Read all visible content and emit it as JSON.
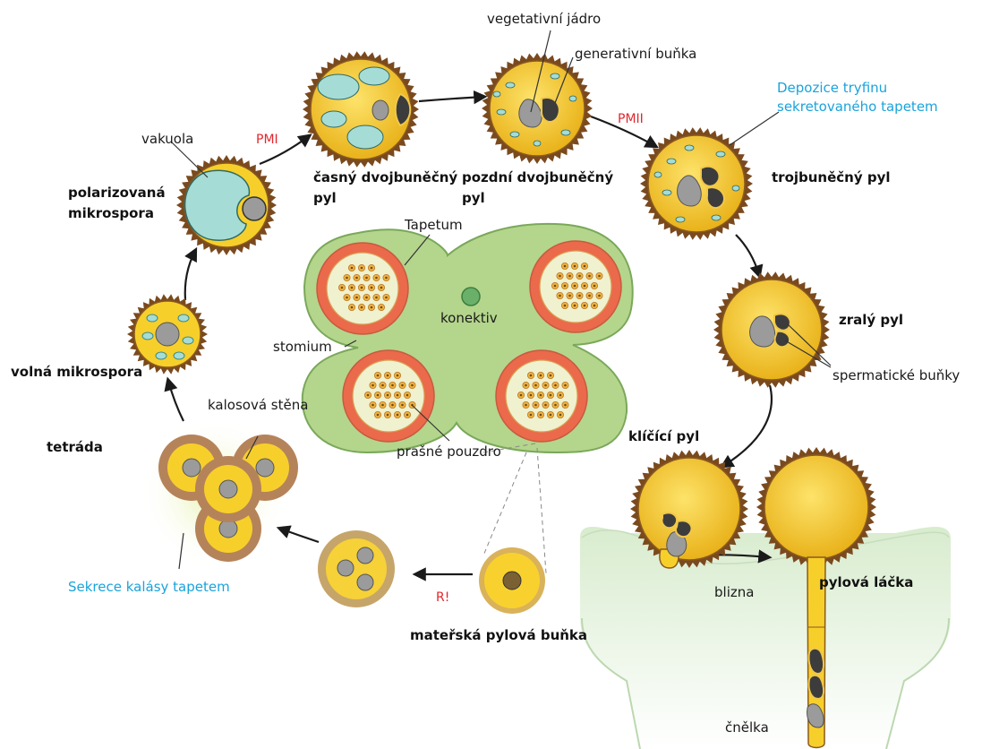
{
  "colors": {
    "pollen_fill": "#f7cf2b",
    "pollen_edge": "#8a5a1e",
    "vacuole": "#a6dcd6",
    "nucleus": "#9b9b9b",
    "anther_green": "#b4d58c",
    "anther_edge": "#7aa85a",
    "tapetum": "#ea6a4b",
    "locule": "#f0f1cf",
    "arrow": "#1a1a1a",
    "label_red": "#e2262b",
    "label_cyan": "#1aa3dc",
    "stigma_top": "#d8ecce"
  },
  "labels": {
    "vegetativni_jadro": "vegetativní jádro",
    "generativni_bunka": "generativní buňka",
    "depozice_line1": "Depozice tryfinu",
    "depozice_line2": "sekretovaného tapetem",
    "pmi": "PMI",
    "pmii": "PMII",
    "r": "R!",
    "vakuola": "vakuola",
    "polarizovana_line1": "polarizovaná",
    "polarizovana_line2": "mikrospora",
    "casny_line1": "časný dvojbuněčný",
    "casny_line2": "pyl",
    "pozdni_line1": "pozdní dvojbuněčný",
    "pozdni_line2": "pyl",
    "trojbunecny": "trojbuněčný pyl",
    "zraly": "zralý pyl",
    "spermaticke": "spermatické buňky",
    "klicici": "klíčící pyl",
    "tapetum": "Tapetum",
    "konektiv": "konektiv",
    "stomium": "stomium",
    "prasne_pouzdro": "prašné pouzdro",
    "volna": "volná mikrospora",
    "kalosova": "kalosová stěna",
    "tetrada": "tetráda",
    "sekrece": "Sekrece kalásy tapetem",
    "materska": "mateřská pylová buňka",
    "blizna": "blizna",
    "pylova_lacka": "pylová láčka",
    "cnelka": "čnělka"
  }
}
